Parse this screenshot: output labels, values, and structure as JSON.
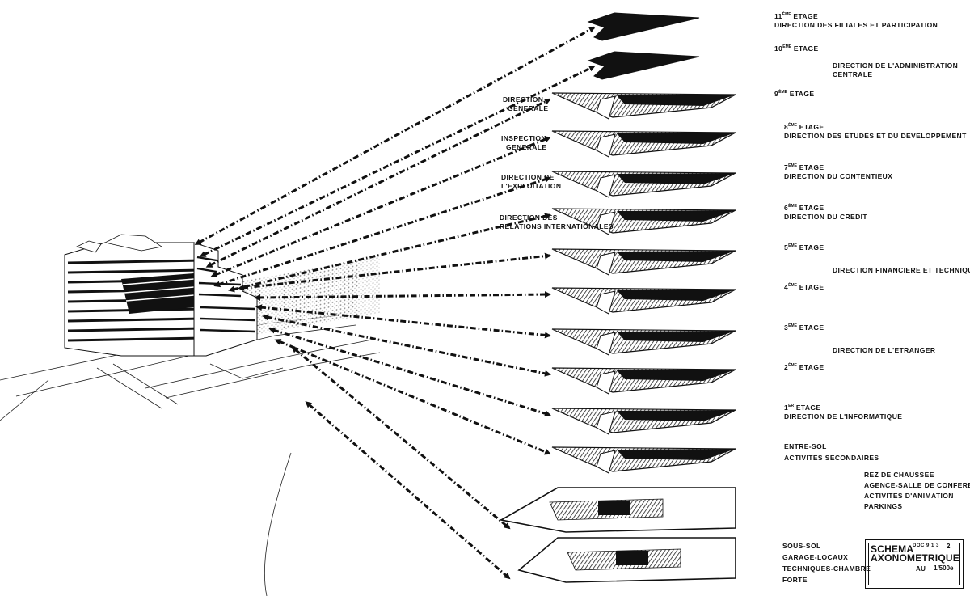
{
  "floors": [
    {
      "id": "11",
      "level_num": "11",
      "level_suffix": "ème",
      "level_word": "ETAGE",
      "department": "DIRECTION DES FILIALES ET PARTICIPATION"
    },
    {
      "id": "10",
      "level_num": "10",
      "level_suffix": "ème",
      "level_word": "ETAGE",
      "department": "DIRECTION DE L'ADMINISTRATION CENTRALE"
    },
    {
      "id": "9",
      "level_num": "9",
      "level_suffix": "ème",
      "level_word": "ETAGE",
      "department": ""
    },
    {
      "id": "8",
      "level_num": "8",
      "level_suffix": "ème",
      "level_word": "ETAGE",
      "department": "DIRECTION DES ETUDES ET DU DEVELOPPEMENT"
    },
    {
      "id": "7",
      "level_num": "7",
      "level_suffix": "ème",
      "level_word": "ETAGE",
      "department": "DIRECTION DU CONTENTIEUX"
    },
    {
      "id": "6",
      "level_num": "6",
      "level_suffix": "ème",
      "level_word": "ETAGE",
      "department": "DIRECTION DU CREDIT"
    },
    {
      "id": "5",
      "level_num": "5",
      "level_suffix": "ème",
      "level_word": "ETAGE",
      "department": "DIRECTION FINANCIERE ET TECHNIQUE"
    },
    {
      "id": "4",
      "level_num": "4",
      "level_suffix": "ème",
      "level_word": "ETAGE",
      "department": ""
    },
    {
      "id": "3",
      "level_num": "3",
      "level_suffix": "ème",
      "level_word": "ETAGE",
      "department": "DIRECTION DE L'ETRANGER"
    },
    {
      "id": "2",
      "level_num": "2",
      "level_suffix": "ème",
      "level_word": "ETAGE",
      "department": ""
    },
    {
      "id": "1",
      "level_num": "1",
      "level_suffix": "er",
      "level_word": "ETAGE",
      "department": "DIRECTION DE L'INFORMATIQUE"
    },
    {
      "id": "entresol",
      "level_num": "",
      "level_suffix": "",
      "level_word": "ENTRE-SOL",
      "department": "ACTIVITES SECONDAIRES"
    },
    {
      "id": "rdc",
      "level_num": "",
      "level_suffix": "",
      "level_word": "REZ DE CHAUSSEE",
      "department": "AGENCE-SALLE DE CONFERENCE ACTIVITES D'ANIMATION PARKINGS"
    },
    {
      "id": "soussol",
      "level_num": "",
      "level_suffix": "",
      "level_word": "SOUS-SOL",
      "department": "GARAGE-LOCAUX TECHNIQUES-CHAMBRE FORTE"
    }
  ],
  "left_labels": {
    "direction_generale": [
      "DIRECTION",
      "GENERALE"
    ],
    "inspection_generale": [
      "INSPECTION",
      "GENERALE"
    ],
    "direction_exploitation": [
      "DIRECTION DE",
      "L'EXPLOITATION"
    ],
    "direction_relations": [
      "DIRECTION DES",
      "RELATIONS INTERNATIONALES"
    ]
  },
  "right_texts": {
    "l11_dep": "DIRECTION DES FILIALES ET PARTICIPATION",
    "l10_dep_a": "DIRECTION DE L'ADMINISTRATION",
    "l10_dep_b": "CENTRALE",
    "l8_dep": "DIRECTION DES ETUDES ET DU DEVELOPPEMENT",
    "l7_dep": "DIRECTION DU CONTENTIEUX",
    "l6_dep": "DIRECTION DU CREDIT",
    "l5_dep": "DIRECTION FINANCIERE ET TECHNIQUE",
    "l3_dep": "DIRECTION DE L'ETRANGER",
    "l1_dep": "DIRECTION DE L'INFORMATIQUE",
    "entresol_title": "ENTRE-SOL",
    "entresol_dep": "ACTIVITES SECONDAIRES",
    "rdc_title": "REZ DE CHAUSSEE",
    "rdc_dep_a": "AGENCE-SALLE DE CONFERENCE",
    "rdc_dep_b": "ACTIVITES D'ANIMATION",
    "rdc_dep_c": "PARKINGS",
    "ss_title": "SOUS-SOL",
    "ss_dep_a": "GARAGE-LOCAUX",
    "ss_dep_b": "TECHNIQUES-CHAMBRE",
    "ss_dep_c": "FORTE"
  },
  "cartouche": {
    "title_line1": "SCHEMA",
    "title_line2": "AXONOMETRIQUE",
    "doc_ref": "DOC 9 1 3",
    "sheet_no": "2",
    "scale_prefix": "AU",
    "scale_value": "1/500e"
  },
  "colors": {
    "ink": "#111111",
    "paper": "#ffffff",
    "hatch": "#555555"
  }
}
